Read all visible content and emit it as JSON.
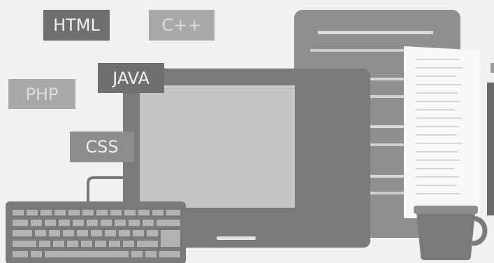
{
  "tags": [
    {
      "label": "HTML"
    },
    {
      "label": "C++"
    },
    {
      "label": "JAVA"
    },
    {
      "label": "PHP"
    },
    {
      "label": "CSS"
    }
  ],
  "colors": {
    "background": "#f1f1f1",
    "dark_gray": "#6f6f6f",
    "mid_gray": "#8c8c8c",
    "light_gray": "#a9a9a9",
    "screen": "#c4c4c4",
    "paper": "#f8f8f8",
    "text_dark": "#f0f0f0",
    "text_light": "#d9d9d9"
  }
}
